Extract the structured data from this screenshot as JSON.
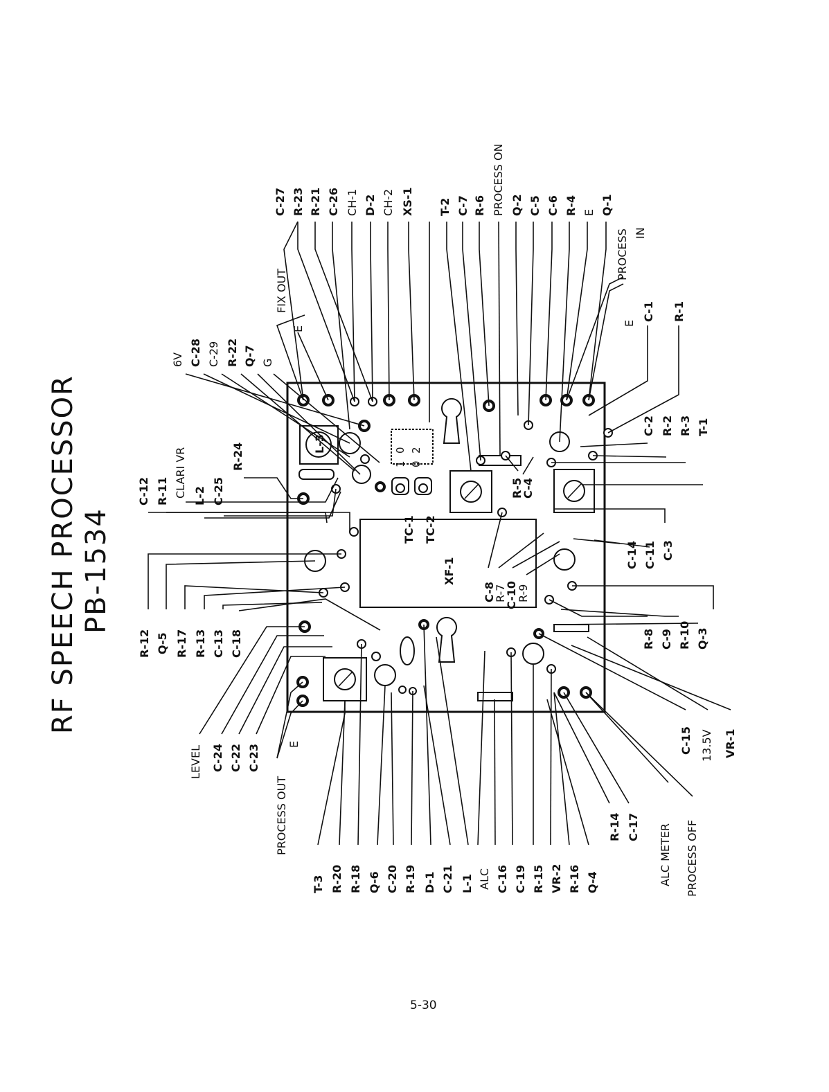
{
  "title": "RF SPEECH PROCESSOR",
  "model": "PB-1534",
  "page_number": "5-30",
  "component_on_board": {
    "xf1": "XF-1",
    "l3": "L-3",
    "tc1": "TC-1",
    "tc2": "TC-2",
    "xs_digits": [
      "0",
      "1",
      "2",
      "0"
    ]
  },
  "labels_top": [
    "C-12",
    "R-11",
    "CLARI VR",
    "L-2",
    "C-25",
    "R-24",
    "6V",
    "C-28",
    "C-29",
    "R-22",
    "Q-7",
    "G"
  ],
  "labels_left": [
    "R-12",
    "Q-5",
    "R-17",
    "R-13",
    "C-13",
    "C-18",
    "LEVEL",
    "C-24",
    "C-22",
    "C-23",
    "PROCESS OUT",
    "E"
  ],
  "labels_fixout": [
    "E",
    "FIX OUT"
  ],
  "labels_right_upper": [
    "C-27",
    "R-23",
    "R-21",
    "C-26",
    "CH-1",
    "D-2",
    "CH-2",
    "XS-1",
    "T-2",
    "C-7",
    "R-6",
    "PROCESS ON",
    "Q-2",
    "C-5",
    "C-6",
    "R-4",
    "E",
    "Q-1"
  ],
  "labels_process_in": [
    "PROCESS",
    "IN",
    "E"
  ],
  "labels_right_mid": [
    "C-1",
    "R-1",
    "C-2",
    "R-2",
    "R-3",
    "T-1",
    "C-14",
    "C-11",
    "C-3",
    "R-8",
    "C-9",
    "R-10",
    "Q-3",
    "C-15",
    "13.5V",
    "VR-1"
  ],
  "labels_inside": [
    "R-5",
    "C-4",
    "C-8",
    "R-7",
    "C-10",
    "R-9"
  ],
  "labels_bottom": [
    "T-3",
    "R-20",
    "R-18",
    "Q-6",
    "C-20",
    "R-19",
    "D-1",
    "C-21",
    "L-1",
    "ALC",
    "C-16",
    "C-19",
    "R-15",
    "VR-2",
    "R-16",
    "Q-4"
  ],
  "labels_bottom_right": [
    "R-14",
    "C-17",
    "ALC METER",
    "PROCESS OFF"
  ]
}
